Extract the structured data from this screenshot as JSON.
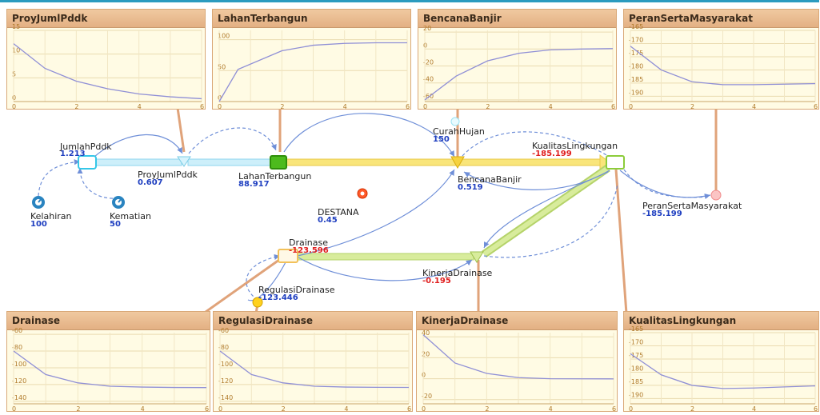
{
  "model": {
    "variables": {
      "jumlah_pddk": {
        "name": "JumlahPddk",
        "value": "1.213",
        "color": "#1f3fc0"
      },
      "proy_juml_pddk": {
        "name": "ProyJumlPddk",
        "value": "0.607",
        "color": "#1f3fc0"
      },
      "lahan_terbangun": {
        "name": "LahanTerbangun",
        "value": "88.917",
        "color": "#1f3fc0"
      },
      "curah_hujan": {
        "name": "CurahHujan",
        "value": "150",
        "color": "#1f3fc0"
      },
      "bencana_banjir": {
        "name": "BencanaBanjir",
        "value": "0.519",
        "color": "#1f3fc0"
      },
      "kualitas_lingkungan": {
        "name": "KualitasLingkungan",
        "value": "-185.199",
        "color": "#e02020"
      },
      "peran_serta": {
        "name": "PeranSertaMasyarakat",
        "value": "-185.199",
        "color": "#1f3fc0"
      },
      "kelahiran": {
        "name": "Kelahiran",
        "value": "100",
        "color": "#1f3fc0"
      },
      "kematian": {
        "name": "Kematian",
        "value": "50",
        "color": "#1f3fc0"
      },
      "destana": {
        "name": "DESTANA",
        "value": "0.45",
        "color": "#1f3fc0"
      },
      "drainase": {
        "name": "Drainase",
        "value": "-123.596",
        "color": "#e02020"
      },
      "regulasi_drainase": {
        "name": "RegulasiDrainase",
        "value": "-123.446",
        "color": "#1f3fc0"
      },
      "kinerja_drainase": {
        "name": "KinerjaDrainase",
        "value": "-0.195",
        "color": "#e02020"
      }
    }
  },
  "panels": [
    {
      "title": "ProyJumlPddk",
      "yticks": [
        "15",
        "10",
        "5",
        "0"
      ],
      "ylim": [
        0,
        15
      ],
      "series": [
        [
          0,
          12.2
        ],
        [
          1,
          7.0
        ],
        [
          2,
          4.3
        ],
        [
          3,
          2.7
        ],
        [
          4,
          1.6
        ],
        [
          5,
          1.0
        ],
        [
          6,
          0.6
        ]
      ]
    },
    {
      "title": "LahanTerbangun",
      "yticks": [
        "100",
        "50",
        "0"
      ],
      "ylim": [
        0,
        115
      ],
      "series": [
        [
          0,
          0
        ],
        [
          0.6,
          52
        ],
        [
          2,
          82
        ],
        [
          3,
          91
        ],
        [
          4,
          94
        ],
        [
          5,
          95
        ],
        [
          6,
          95
        ]
      ]
    },
    {
      "title": "BencanaBanjir",
      "yticks": [
        "20",
        "0",
        "-20",
        "-40",
        "-60"
      ],
      "ylim": [
        -62,
        22
      ],
      "series": [
        [
          0,
          -60
        ],
        [
          1,
          -32
        ],
        [
          2,
          -14
        ],
        [
          3,
          -5
        ],
        [
          4,
          -1
        ],
        [
          5,
          0
        ],
        [
          6,
          0.5
        ]
      ]
    },
    {
      "title": "PeranSertaMasyarakat",
      "yticks": [
        "-165",
        "-170",
        "-175",
        "-180",
        "-185",
        "-190"
      ],
      "ylim": [
        -192,
        -165
      ],
      "series": [
        [
          0,
          -171
        ],
        [
          1,
          -180
        ],
        [
          2,
          -184.5
        ],
        [
          3,
          -185.6
        ],
        [
          4,
          -185.6
        ],
        [
          5,
          -185.4
        ],
        [
          6,
          -185.2
        ]
      ]
    },
    {
      "title": "Drainase",
      "yticks": [
        "-60",
        "-80",
        "-100",
        "-120",
        "-140"
      ],
      "ylim": [
        -143,
        -58
      ],
      "series": [
        [
          0,
          -80
        ],
        [
          1,
          -108
        ],
        [
          2,
          -118
        ],
        [
          3,
          -122
        ],
        [
          4,
          -123
        ],
        [
          5,
          -123.5
        ],
        [
          6,
          -123.6
        ]
      ]
    },
    {
      "title": "RegulasiDrainase",
      "yticks": [
        "-60",
        "-80",
        "-100",
        "-120",
        "-140"
      ],
      "ylim": [
        -143,
        -58
      ],
      "series": [
        [
          0,
          -80
        ],
        [
          1,
          -108
        ],
        [
          2,
          -118
        ],
        [
          3,
          -122
        ],
        [
          4,
          -123
        ],
        [
          5,
          -123.3
        ],
        [
          6,
          -123.4
        ]
      ]
    },
    {
      "title": "KinerjaDrainase",
      "yticks": [
        "40",
        "20",
        "0",
        "-20"
      ],
      "ylim": [
        -24,
        44
      ],
      "series": [
        [
          0,
          42
        ],
        [
          1,
          15
        ],
        [
          2,
          5
        ],
        [
          3,
          1
        ],
        [
          4,
          0
        ],
        [
          5,
          -0.1
        ],
        [
          6,
          -0.2
        ]
      ]
    },
    {
      "title": "KualitasLingkungan",
      "yticks": [
        "-165",
        "-170",
        "-175",
        "-180",
        "-185",
        "-190"
      ],
      "ylim": [
        -192,
        -165
      ],
      "series": [
        [
          0,
          -173
        ],
        [
          1,
          -181
        ],
        [
          2,
          -185
        ],
        [
          3,
          -186.2
        ],
        [
          4,
          -186
        ],
        [
          5,
          -185.6
        ],
        [
          6,
          -185.2
        ]
      ]
    }
  ],
  "xticks": [
    "0",
    "2",
    "4",
    "6"
  ]
}
